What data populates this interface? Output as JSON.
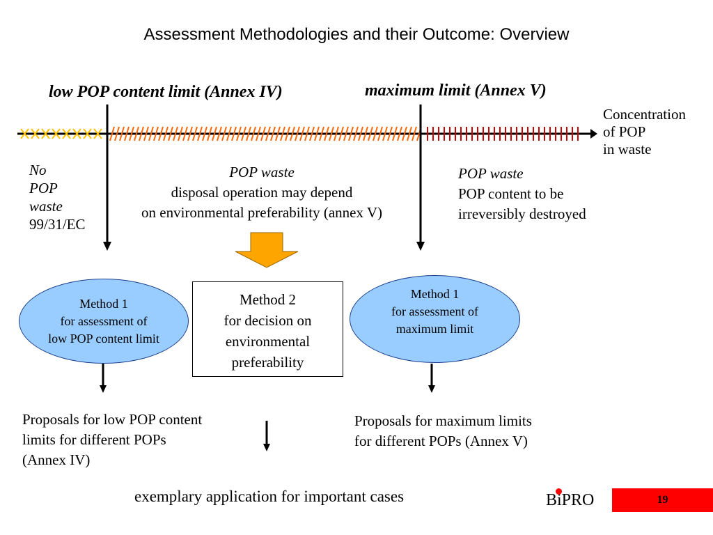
{
  "title": "Assessment Methodologies and their Outcome: Overview",
  "limits": {
    "low": "low POP content limit (Annex IV)",
    "max": "maximum limit (Annex V)"
  },
  "axis": {
    "label_line1": "Concentration",
    "label_line2": "of POP",
    "label_line3": "in waste",
    "zones": [
      {
        "mark": "x",
        "color": "#ffc000"
      },
      {
        "mark": "/",
        "color": "#ff6600"
      },
      {
        "mark": "I",
        "color": "#cc0000"
      }
    ]
  },
  "zone_no_pop": {
    "line1": "No",
    "line2": "POP",
    "line3": "waste",
    "line4": "99/31/EC"
  },
  "zone_middle": {
    "heading": "POP waste",
    "line1": "disposal operation may depend",
    "line2": "on environmental preferability (annex V)"
  },
  "zone_high": {
    "heading": "POP waste",
    "line1": "POP content to be",
    "line2": "irreversibly destroyed"
  },
  "method1_low": {
    "line1": "Method 1",
    "line2": "for assessment of",
    "line3": "low POP content limit",
    "fill": "#99ccff"
  },
  "method2": {
    "line1": "Method 2",
    "line2": "for decision on",
    "line3": "environmental",
    "line4": "preferability"
  },
  "method1_max": {
    "line1": "Method 1",
    "line2": "for assessment of",
    "line3": "maximum limit",
    "fill": "#99ccff"
  },
  "proposals_low": {
    "line1": "Proposals for low POP content",
    "line2": "limits for different POPs",
    "line3": "(Annex IV)"
  },
  "proposals_max": {
    "line1": "Proposals for maximum limits",
    "line2": "for different POPs (Annex V)"
  },
  "application": "exemplary application for important cases",
  "footer": {
    "logo": "BiPRO",
    "page_number": "19",
    "accent": "#ff0000"
  },
  "colors": {
    "block_arrow": "#ffa500",
    "ellipse_fill": "#99ccff"
  }
}
